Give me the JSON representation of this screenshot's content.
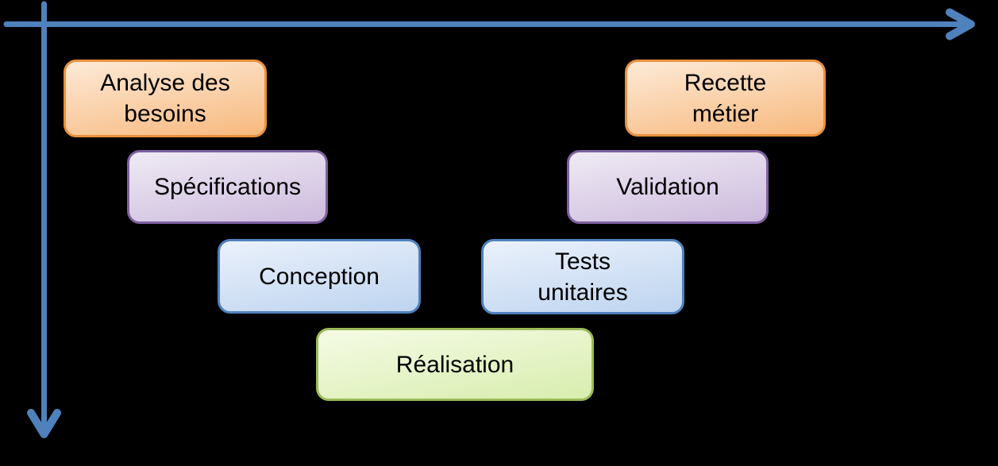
{
  "background_color": "#000000",
  "axes": {
    "arrow_color": "#4F81BD",
    "horizontal_direction": "right",
    "vertical_direction": "down"
  },
  "stages": [
    {
      "label": "Analyse des\nbesoins",
      "fill_top": "#FDEAD7",
      "fill_bottom": "#F7B97E",
      "border": "#EA9140"
    },
    {
      "label": "Recette\nmétier",
      "fill_top": "#FDEAD7",
      "fill_bottom": "#F7B97E",
      "border": "#EA9140"
    },
    {
      "label": "Spécifications",
      "fill_top": "#EFEAF4",
      "fill_bottom": "#CDBBDD",
      "border": "#7E61A0"
    },
    {
      "label": "Validation",
      "fill_top": "#EFEAF4",
      "fill_bottom": "#CDBBDD",
      "border": "#7E61A0"
    },
    {
      "label": "Conception",
      "fill_top": "#EAF1FB",
      "fill_bottom": "#BED4F0",
      "border": "#4F81BD"
    },
    {
      "label": "Tests\nunitaires",
      "fill_top": "#EAF1FB",
      "fill_bottom": "#BED4F0",
      "border": "#4F81BD"
    },
    {
      "label": "Réalisation",
      "fill_top": "#F5FBE5",
      "fill_bottom": "#D8EDAE",
      "border": "#9BBB59"
    }
  ]
}
